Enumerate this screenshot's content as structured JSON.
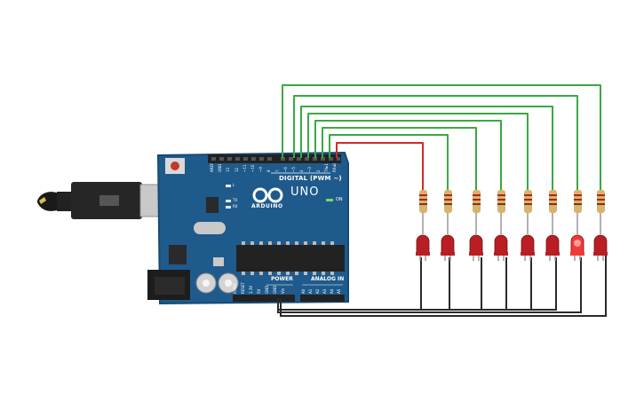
{
  "board": {
    "model": "UNO",
    "brand": "ARDUINO",
    "digital_label": "DIGITAL (PWM ~)",
    "power_label": "POWER",
    "analog_label": "ANALOG IN",
    "on_label": "ON",
    "tx_label": "TX",
    "rx_label": "RX",
    "l_label": "L",
    "digital_pins": [
      "AREF",
      "GND",
      "13",
      "12",
      "~11",
      "~10",
      "~9",
      "8",
      "7",
      "~6",
      "~5",
      "4",
      "~3",
      "2",
      "TX▸1",
      "RX◂0"
    ],
    "power_pins": [
      "IOREF",
      "RESET",
      "3.3V",
      "5V",
      "GND",
      "GND",
      "Vin"
    ],
    "analog_pins": [
      "A0",
      "A1",
      "A2",
      "A3",
      "A4",
      "A5"
    ]
  },
  "circuit": {
    "led_count": 8,
    "lit_led_index": 6,
    "colors": {
      "board": "#1f5a8c",
      "board_edge": "#164a76",
      "wire_signal": "#3aa845",
      "wire_first": "#d02a2a",
      "wire_ground": "#2a2a2a",
      "led_off": "#b81e24",
      "led_on": "#f03a3a",
      "resistor_body": "#d9b26b"
    }
  }
}
